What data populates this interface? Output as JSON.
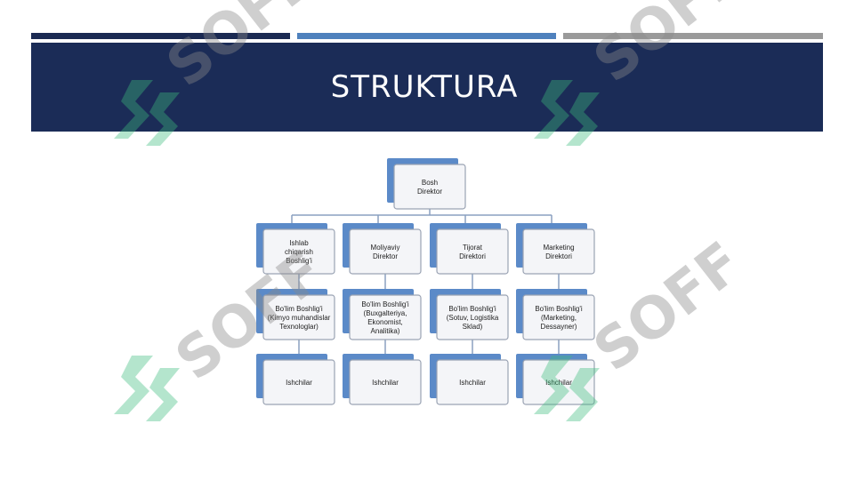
{
  "slide": {
    "title": "STRUKTURA"
  },
  "org": {
    "root": [
      "Bosh",
      "Direktor"
    ],
    "columns": [
      {
        "director": [
          "Ishlab",
          "chiqarish",
          "Boshlig'i"
        ],
        "head": [
          "Bo'lim Boshlig'i",
          "(Kimyo muhandislar",
          "Texnologlar)"
        ],
        "staff": [
          "Ishchilar"
        ]
      },
      {
        "director": [
          "Moliyaviy",
          "Direktor"
        ],
        "head": [
          "Bo'lim Boshlig'i",
          "(Buxgalteriya,",
          "Ekonomist,",
          "Analitika)"
        ],
        "staff": [
          "Ishchilar"
        ]
      },
      {
        "director": [
          "Tijorat",
          "Direktori"
        ],
        "head": [
          "Bo'lim Boshlig'i",
          "(Sotuv, Logistika",
          "Sklad)"
        ],
        "staff": [
          "Ishchilar"
        ]
      },
      {
        "director": [
          "Marketing",
          "Direktori"
        ],
        "head": [
          "Bo'lim Boshlig'i",
          "(Marketing,",
          "Dessayner)"
        ],
        "staff": [
          "Ishchilar"
        ]
      }
    ]
  },
  "watermark": {
    "text": "SOFF"
  },
  "colors": {
    "navy": "#1b2c57",
    "blue": "#4f81bd",
    "gray": "#9a9a9a",
    "watermark_green": "#3dbd7d"
  }
}
